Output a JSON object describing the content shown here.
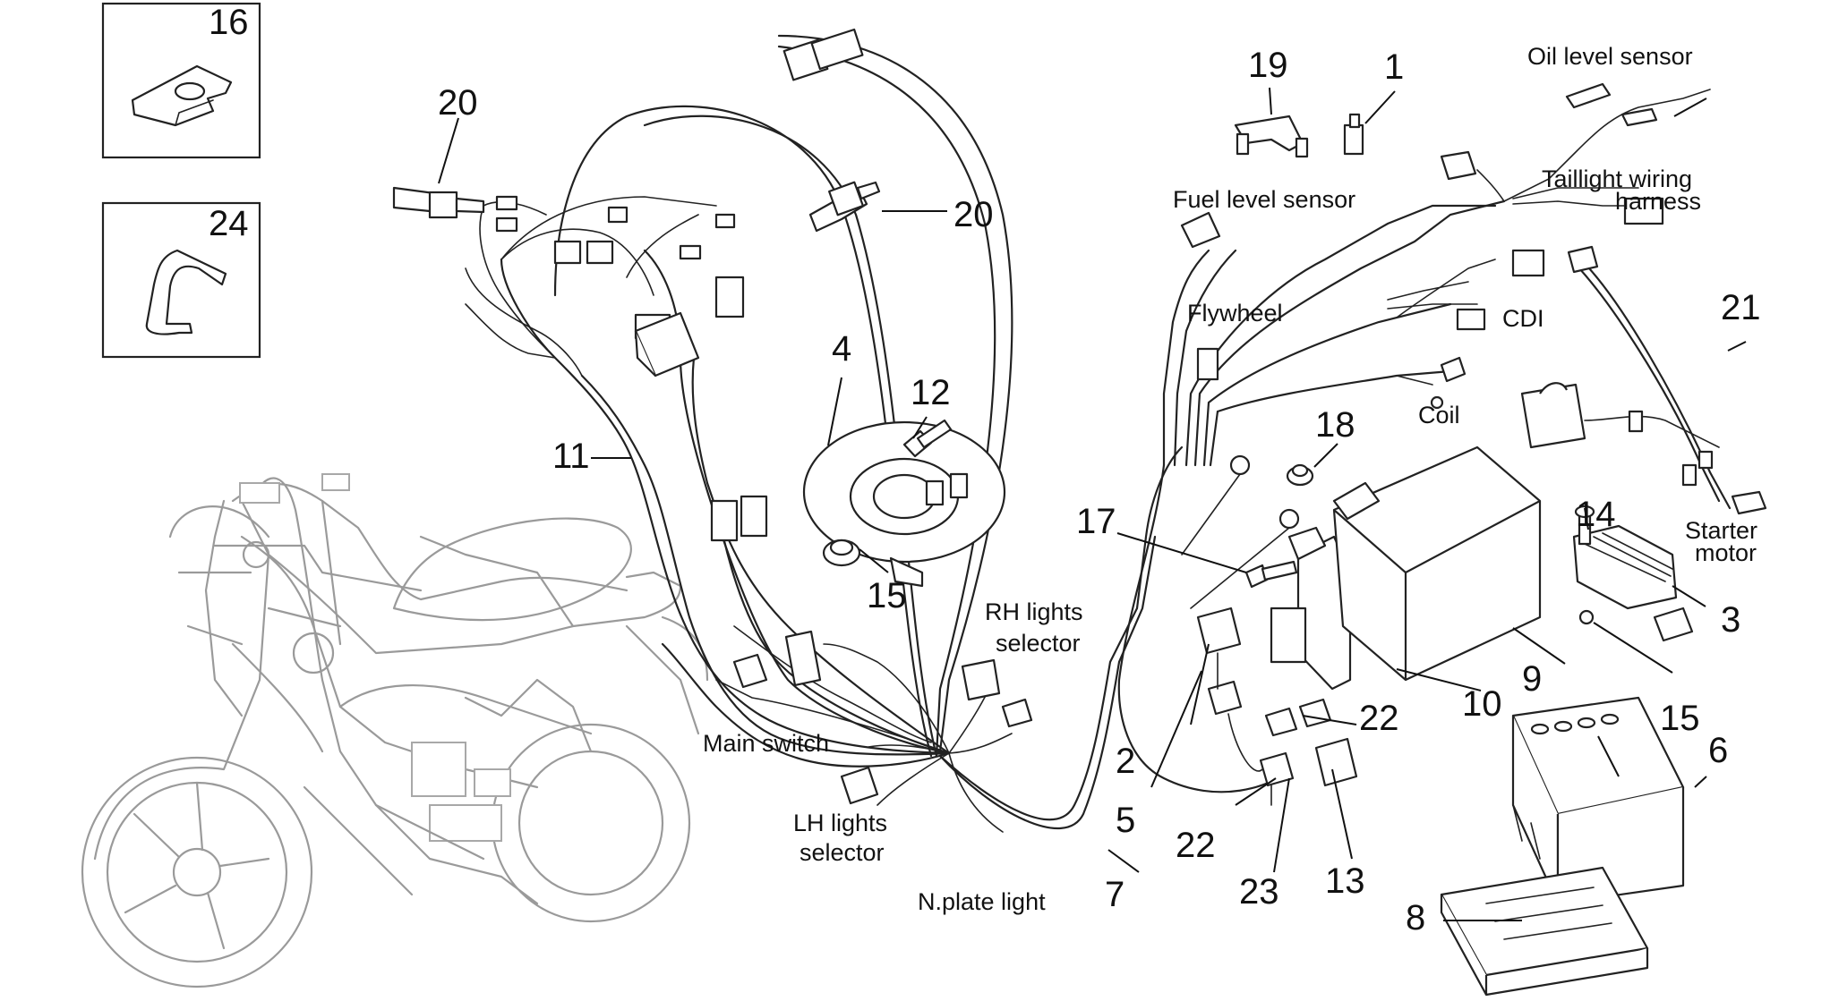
{
  "callouts": {
    "n1": "1",
    "n2": "2",
    "n3": "3",
    "n4": "4",
    "n5": "5",
    "n6": "6",
    "n7": "7",
    "n8": "8",
    "n9": "9",
    "n10": "10",
    "n11": "11",
    "n12": "12",
    "n13": "13",
    "n14": "14",
    "n15a": "15",
    "n15b": "15",
    "n16": "16",
    "n17": "17",
    "n18": "18",
    "n19": "19",
    "n20a": "20",
    "n20b": "20",
    "n21": "21",
    "n22a": "22",
    "n22b": "22",
    "n23": "23",
    "n24": "24"
  },
  "labels": {
    "oil_level_sensor": "Oil level sensor",
    "taillight_1": "Taillight wiring",
    "taillight_2": "harness",
    "fuel_level_sensor": "Fuel level sensor",
    "flywheel": "Flywheel",
    "cdi": "CDI",
    "coil": "Coil",
    "starter_1": "Starter",
    "starter_2": "motor",
    "rh_lights_1": "RH lights",
    "rh_lights_2": "selector",
    "main_switch": "Main switch",
    "lh_lights_1": "LH lights",
    "lh_lights_2": "selector",
    "n_plate_light": "N.plate light"
  },
  "colors": {
    "line": "#222222",
    "ghost": "#9a9a9a",
    "background": "#ffffff"
  }
}
